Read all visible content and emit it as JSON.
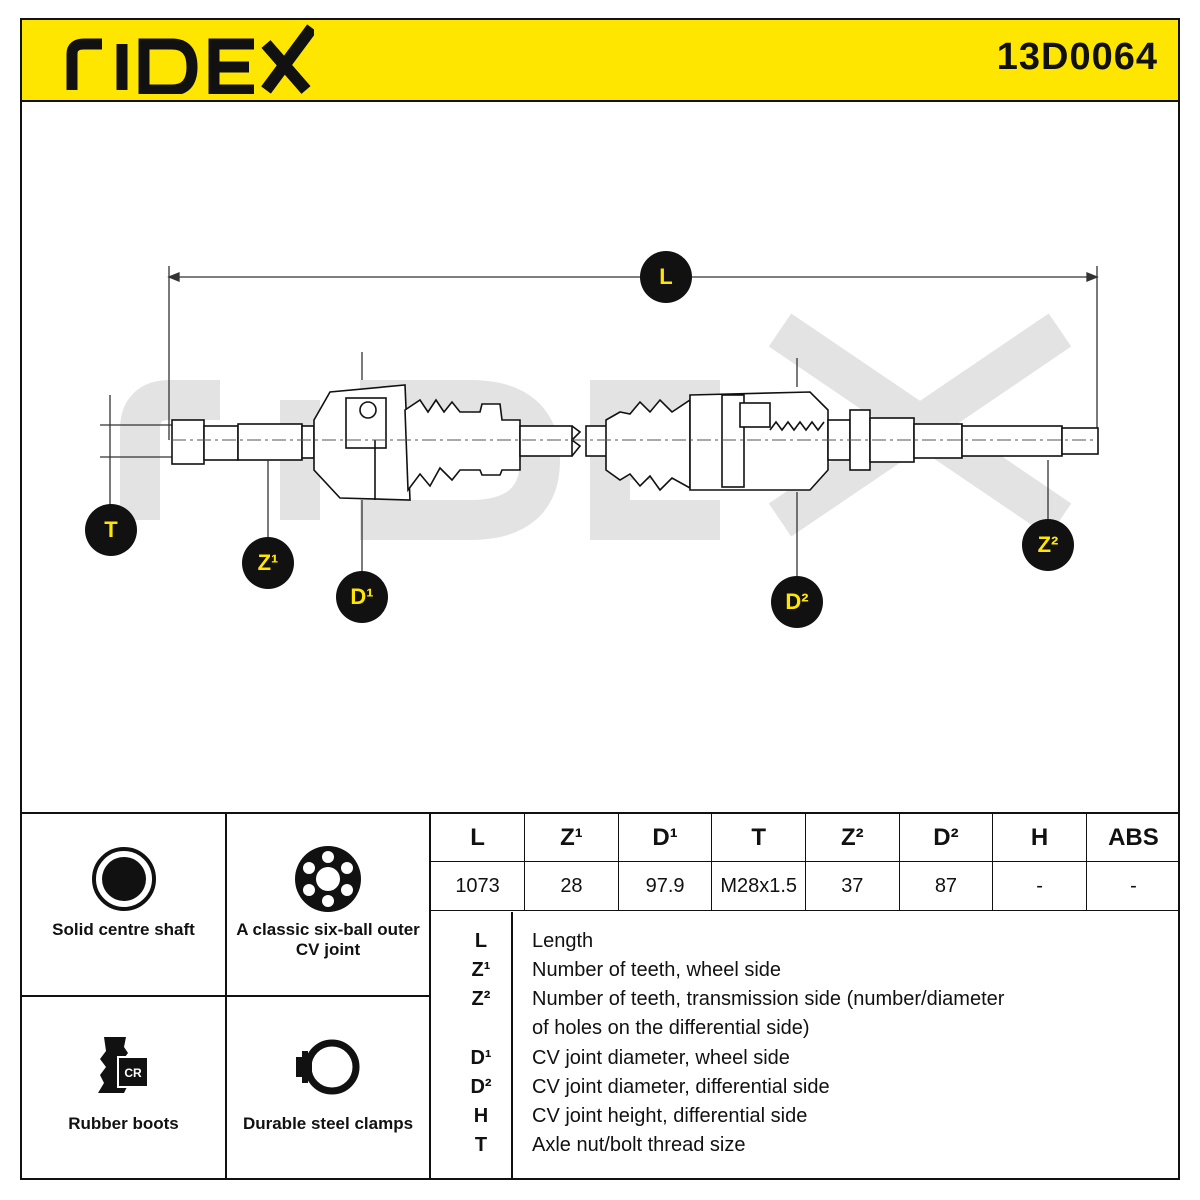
{
  "header": {
    "brand": "RIDEX",
    "part_number": "13D0064",
    "brand_color": "#ffe600"
  },
  "drawing": {
    "watermark": "RIDEX",
    "badges": {
      "L": "L",
      "T": "T",
      "Z1": "Z¹",
      "D1": "D¹",
      "D2": "D²",
      "Z2": "Z²"
    }
  },
  "features": [
    {
      "icon": "solid-shaft-icon",
      "label": "Solid centre shaft"
    },
    {
      "icon": "six-ball-joint-icon",
      "label": "A classic six-ball outer CV joint"
    },
    {
      "icon": "rubber-boot-icon",
      "label": "Rubber boots",
      "icon_text": "CR"
    },
    {
      "icon": "steel-clamp-icon",
      "label": "Durable steel clamps"
    }
  ],
  "spec_table": {
    "headers": [
      "L",
      "Z¹",
      "D¹",
      "T",
      "Z²",
      "D²",
      "H",
      "ABS"
    ],
    "values": [
      "1073",
      "28",
      "97.9",
      "M28x1.5",
      "37",
      "87",
      "-",
      "-"
    ]
  },
  "legend": [
    {
      "key": "L",
      "text": "Length"
    },
    {
      "key": "Z¹",
      "text": "Number of teeth, wheel side"
    },
    {
      "key": "Z²",
      "text": "Number of teeth, transmission side (number/diameter"
    },
    {
      "key": "",
      "text": "of holes on the differential side)"
    },
    {
      "key": "D¹",
      "text": "CV joint diameter, wheel side"
    },
    {
      "key": "D²",
      "text": "CV joint diameter, differential side"
    },
    {
      "key": "H",
      "text": "CV joint height, differential side"
    },
    {
      "key": "T",
      "text": "Axle nut/bolt thread size"
    }
  ]
}
